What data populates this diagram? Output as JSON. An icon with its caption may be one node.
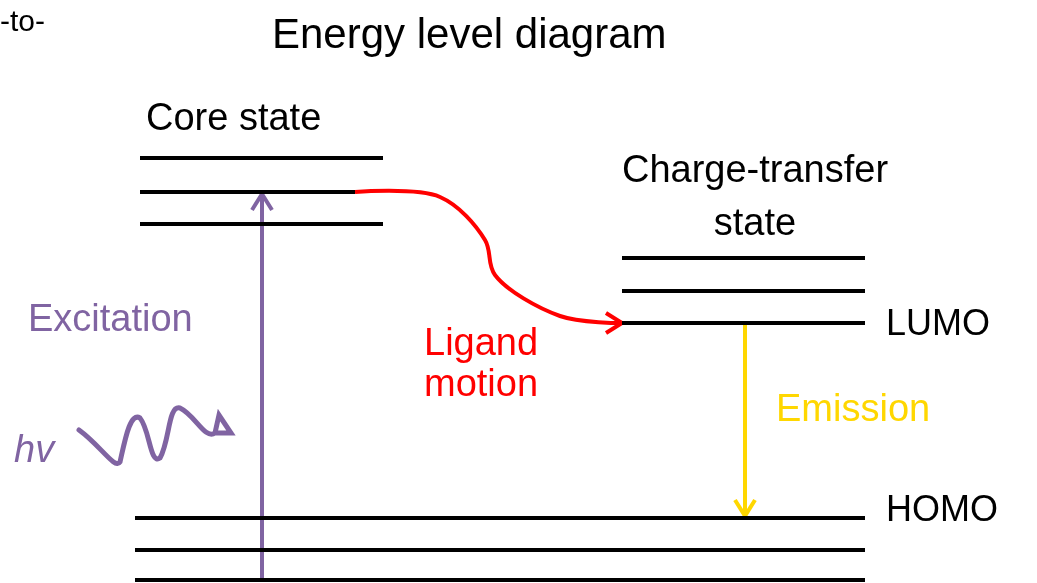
{
  "diagram": {
    "title": "Energy level diagram",
    "nodes": [
      {
        "text": [],
        "shape": "bar"
      },
      {
        "text": [],
        "shape": "bar"
      },
      {
        "text": [],
        "shape": "bar"
      },
      {
        "text": [],
        "shape": "bar"
      },
      {
        "text": [],
        "shape": "bar"
      },
      {
        "text": [],
        "shape": "bar",
        "beside": [
          "LUMO"
        ]
      },
      {
        "text": [],
        "shape": "bar",
        "beside": [
          "HOMO"
        ]
      },
      {
        "text": [],
        "shape": "bar"
      },
      {
        "text": [],
        "shape": "bar"
      }
    ],
    "edges": [
      {
        "from": 8,
        "to": 1,
        "arrow": "to",
        "label": "Excitation",
        "color": "#8064a2"
      },
      {
        "from": 1,
        "to": 5,
        "arrow": "to",
        "label": "Ligand motion",
        "color": "#ff0000"
      },
      {
        "from": 5,
        "to": 6,
        "arrow": "to",
        "label": "Emission",
        "color": "#ffd700"
      }
    ],
    "labels": [
      "-to-",
      "Core state",
      "Charge-transfer state",
      "hv"
    ]
  }
}
